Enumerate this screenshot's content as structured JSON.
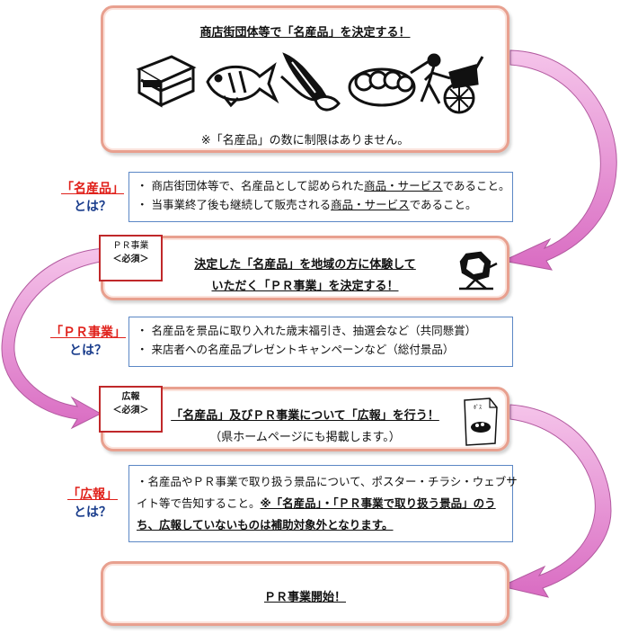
{
  "step1": {
    "title": "商店街団体等で「名産品」を決定する！",
    "note": "※「名産品」の数に制限はありません。",
    "icons": [
      "senbei-icon",
      "taiyaki-fish-icon",
      "corn-icon",
      "dango-icon",
      "rickshaw-icon"
    ]
  },
  "q1": {
    "term": "「名産品」",
    "toha": "とは？",
    "lines": [
      [
        "・ 商店街団体等で、名産品として認められた",
        "商品・サービス",
        "であること。"
      ],
      [
        "・ 当事業終了後も継続して販売される",
        "商品・サービス",
        "であること。"
      ]
    ]
  },
  "step2": {
    "tag_line1": "ＰＲ事業",
    "tag_line2": "＜必須＞",
    "title_line1": "決定した「名産品」を地域の方に体験して",
    "title_line2": "いただく「ＰＲ事業」を決定する！",
    "icon": "lottery-drum-icon"
  },
  "q2": {
    "term": "「ＰＲ事業」",
    "toha": "とは？",
    "lines": [
      "・ 名産品を景品に取り入れた歳末福引き、抽選会など（共同懸賞）",
      "・ 来店者への名産品プレゼントキャンペーンなど（総付景品）"
    ]
  },
  "step3": {
    "tag_line1": "広報",
    "tag_line2": "＜必須＞",
    "title": "「名産品」及びＰＲ事業について「広報」を行う！",
    "note": "（県ホームページにも掲載します。）",
    "icon": "poster-icon"
  },
  "q3": {
    "term": "「広報」",
    "toha": "とは？",
    "line1": "・名産品やＰＲ事業で取り扱う景品について、ポスター・チラシ・ウェブサ",
    "line2": "イト等で告知すること。",
    "line2_bold": "※「名産品」・「ＰＲ事業で取り扱う景品」のう",
    "line3_bold": "ち、広報していないものは補助対象外となります。"
  },
  "step4": {
    "title": "ＰＲ事業開始！"
  },
  "colors": {
    "box_border": "#e8a08f",
    "info_border": "#5b87c5",
    "term_red": "#e0201a",
    "toha_blue": "#1a3d8c",
    "arrow_pink": "#e98ad0",
    "tag_border": "#c0282a"
  }
}
